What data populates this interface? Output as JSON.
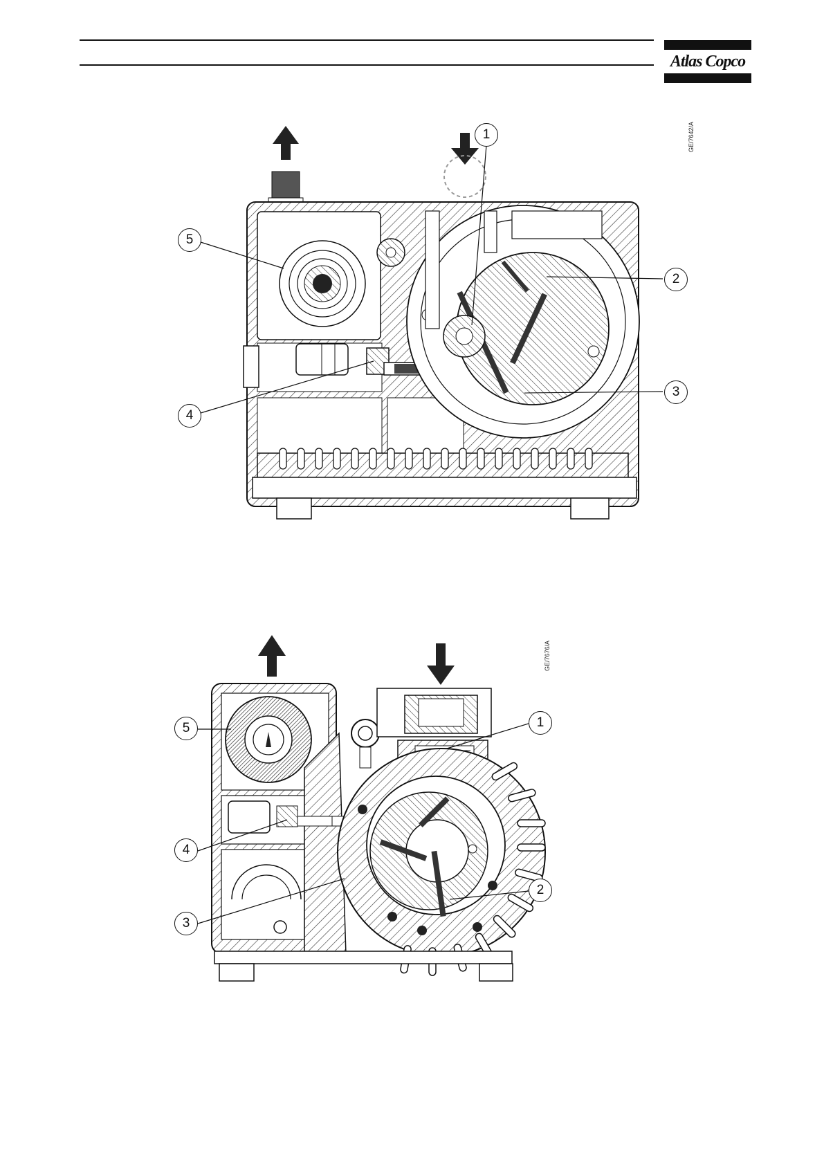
{
  "header": {
    "logo_text": "Atlas Copco"
  },
  "figures": [
    {
      "code": "GE/7642/A",
      "callouts": [
        "1",
        "2",
        "3",
        "4",
        "5"
      ]
    },
    {
      "code": "GE/7676/A",
      "callouts": [
        "1",
        "2",
        "3",
        "4",
        "5"
      ]
    }
  ]
}
